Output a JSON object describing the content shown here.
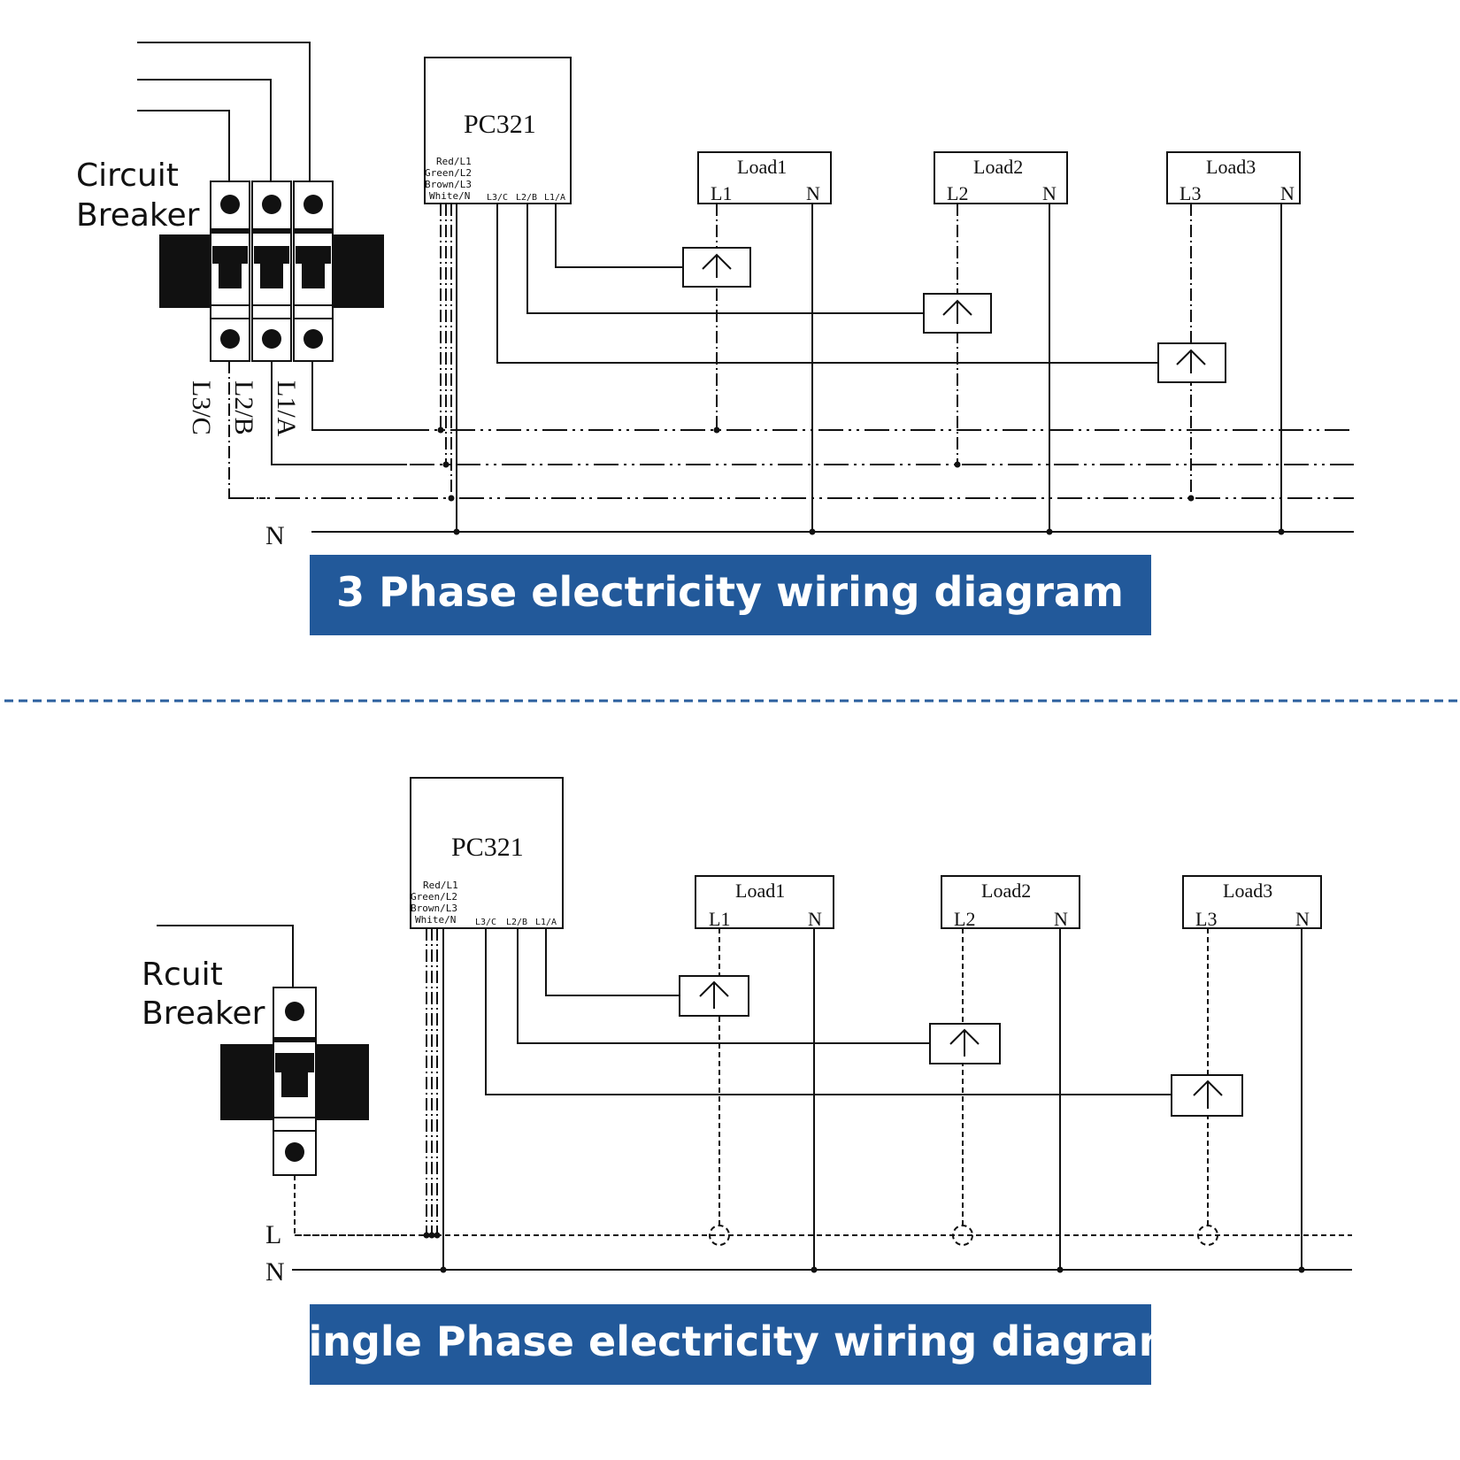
{
  "three_phase": {
    "breaker_label_line1": "Circuit",
    "breaker_label_line2": "Breaker",
    "meter": {
      "name": "PC321",
      "wires": [
        "Red/L1",
        "Green/L2",
        "Brown/L3",
        "White/N"
      ],
      "ct_terminals": [
        "L3/C",
        "L2/B",
        "L1/A"
      ]
    },
    "loads": [
      {
        "name": "Load1",
        "line": "L1",
        "neutral": "N"
      },
      {
        "name": "Load2",
        "line": "L2",
        "neutral": "N"
      },
      {
        "name": "Load3",
        "line": "L3",
        "neutral": "N"
      }
    ],
    "phase_labels": [
      "L3/C",
      "L2/B",
      "L1/A"
    ],
    "neutral_label": "N",
    "banner": "3 Phase electricity wiring diagram"
  },
  "single_phase": {
    "breaker_label_line1": "Rcuit",
    "breaker_label_line2": "Breaker",
    "meter": {
      "name": "PC321",
      "wires": [
        "Red/L1",
        "Green/L2",
        "Brown/L3",
        "White/N"
      ],
      "ct_terminals": [
        "L3/C",
        "L2/B",
        "L1/A"
      ]
    },
    "loads": [
      {
        "name": "Load1",
        "line": "L1",
        "neutral": "N"
      },
      {
        "name": "Load2",
        "line": "L2",
        "neutral": "N"
      },
      {
        "name": "Load3",
        "line": "L3",
        "neutral": "N"
      }
    ],
    "line_label": "L",
    "neutral_label": "N",
    "banner": "Single Phase electricity wiring diagram"
  },
  "colors": {
    "banner": "#22599a",
    "divider": "#2b5f9e",
    "ink": "#111111"
  }
}
